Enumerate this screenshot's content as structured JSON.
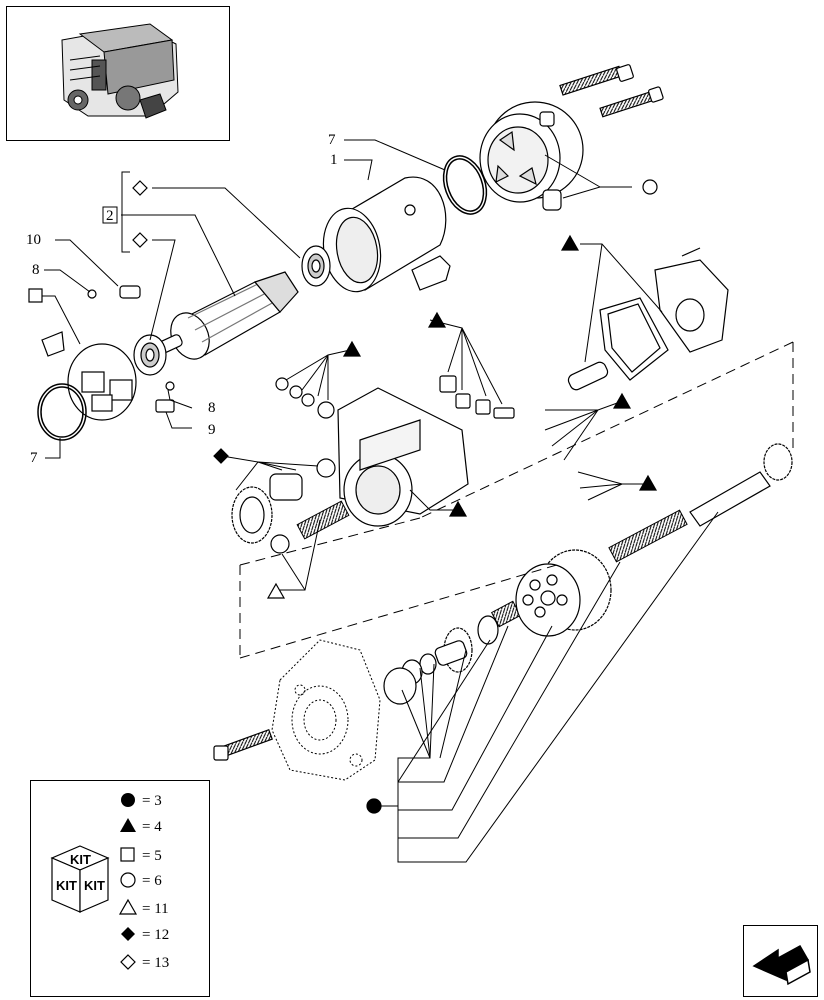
{
  "callouts": {
    "c1": "1",
    "c2": "2",
    "c7a": "7",
    "c7b": "7",
    "c8a": "8",
    "c8b": "8",
    "c9": "9",
    "c10": "10"
  },
  "legend": {
    "kit_word": "KIT",
    "items": [
      {
        "symbol": "filled-circle",
        "text": "= 3"
      },
      {
        "symbol": "filled-triangle",
        "text": "= 4"
      },
      {
        "symbol": "open-square",
        "text": "= 5"
      },
      {
        "symbol": "open-circle",
        "text": "= 6"
      },
      {
        "symbol": "open-triangle",
        "text": "= 11"
      },
      {
        "symbol": "filled-diamond",
        "text": "= 12"
      },
      {
        "symbol": "open-diamond",
        "text": "= 13"
      }
    ]
  },
  "nav": {
    "icon": "next-page-arrow-icon"
  }
}
